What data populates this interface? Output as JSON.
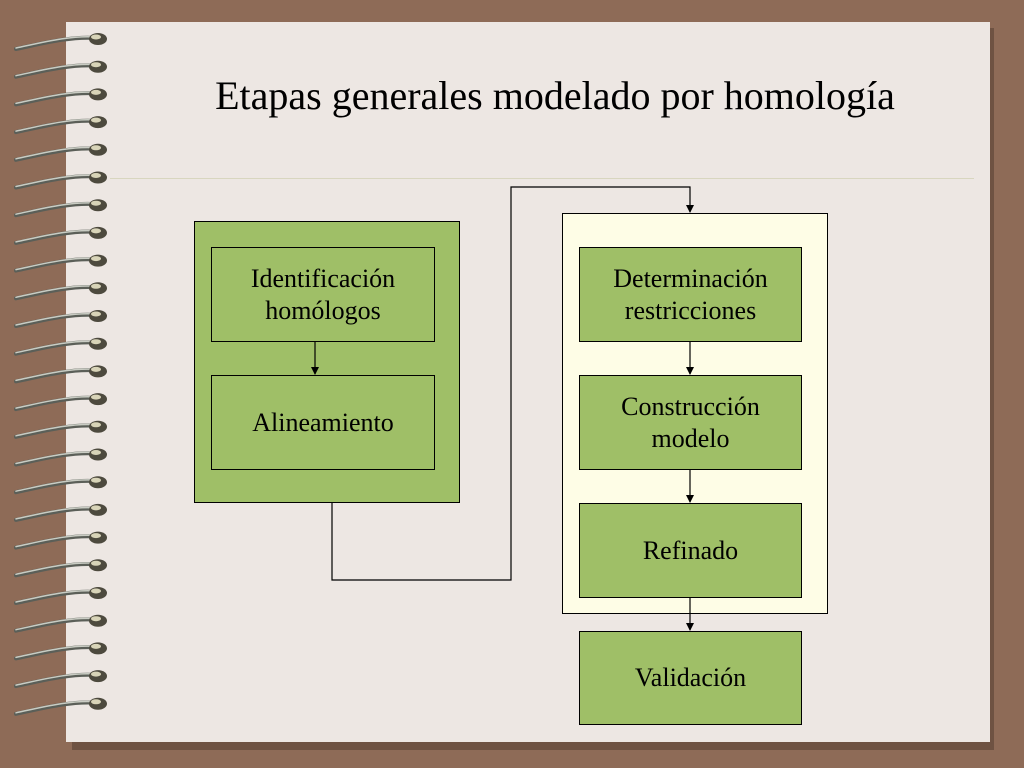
{
  "title": "Etapas generales modelado por homología",
  "colors": {
    "background": "#8e6b57",
    "paper": "#ede7e3",
    "box_fill": "#9fbf67",
    "group_left_fill": "#9fbf67",
    "group_right_fill": "#fefde6",
    "spiral_metal": "#8a8f86"
  },
  "diagram": {
    "groups": [
      {
        "id": "group-left",
        "fill": "#9fbf67"
      },
      {
        "id": "group-right",
        "fill": "#fefde6"
      }
    ],
    "boxes": [
      {
        "id": "identificacion",
        "label": "Identificación\nhomólogos"
      },
      {
        "id": "alineamiento",
        "label": "Alineamiento"
      },
      {
        "id": "determinacion",
        "label": "Determinación\nrestricciones"
      },
      {
        "id": "construccion",
        "label": "Construcción\nmodelo"
      },
      {
        "id": "refinado",
        "label": "Refinado"
      },
      {
        "id": "validacion",
        "label": "Validación"
      }
    ],
    "edges": [
      {
        "from": "identificacion",
        "to": "alineamiento"
      },
      {
        "from": "group-left",
        "to": "group-right"
      },
      {
        "from": "determinacion",
        "to": "construccion"
      },
      {
        "from": "construccion",
        "to": "refinado"
      },
      {
        "from": "group-right",
        "to": "validacion"
      }
    ]
  }
}
